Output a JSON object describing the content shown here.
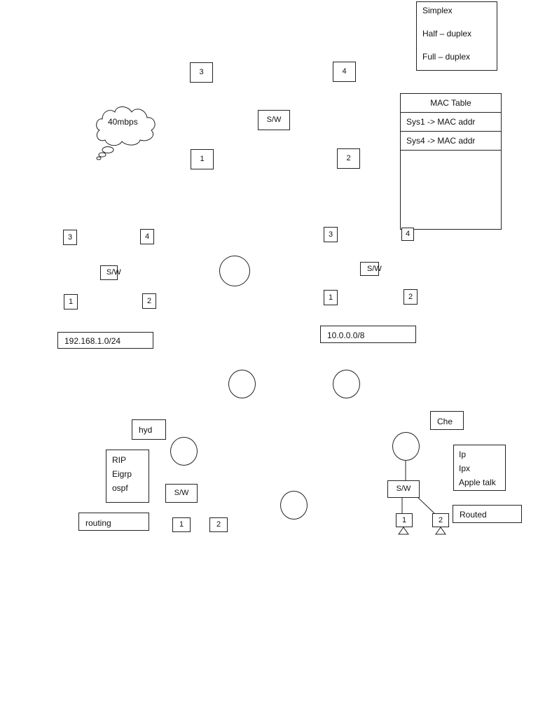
{
  "modes": {
    "simplex": "Simplex",
    "half": "Half – duplex",
    "full": "Full – duplex"
  },
  "mac_table": {
    "title": "MAC Table",
    "row1": "Sys1 -> MAC addr",
    "row2": "Sys4 -> MAC addr"
  },
  "cloud_text": "40mbps",
  "top": {
    "n3": "3",
    "n4": "4",
    "sw": "S/W",
    "n1": "1",
    "n2": "2"
  },
  "left_net": {
    "n3": "3",
    "n4": "4",
    "sw": "S/W",
    "n1": "1",
    "n2": "2",
    "ip": "192.168.1.0/24"
  },
  "right_net": {
    "n3": "3",
    "n4": "4",
    "sw": "S/W",
    "n1": "1",
    "n2": "2",
    "ip": "10.0.0.0/8"
  },
  "hyd": {
    "city": "hyd",
    "protocols": [
      "RIP",
      "Eigrp",
      "ospf"
    ],
    "routing": "routing",
    "sw": "S/W",
    "n1": "1",
    "n2": "2"
  },
  "che": {
    "city": "Che",
    "protocols": [
      "Ip",
      "Ipx",
      "Apple talk"
    ],
    "routed": "Routed",
    "sw": "S/W",
    "n1": "1",
    "n2": "2"
  }
}
